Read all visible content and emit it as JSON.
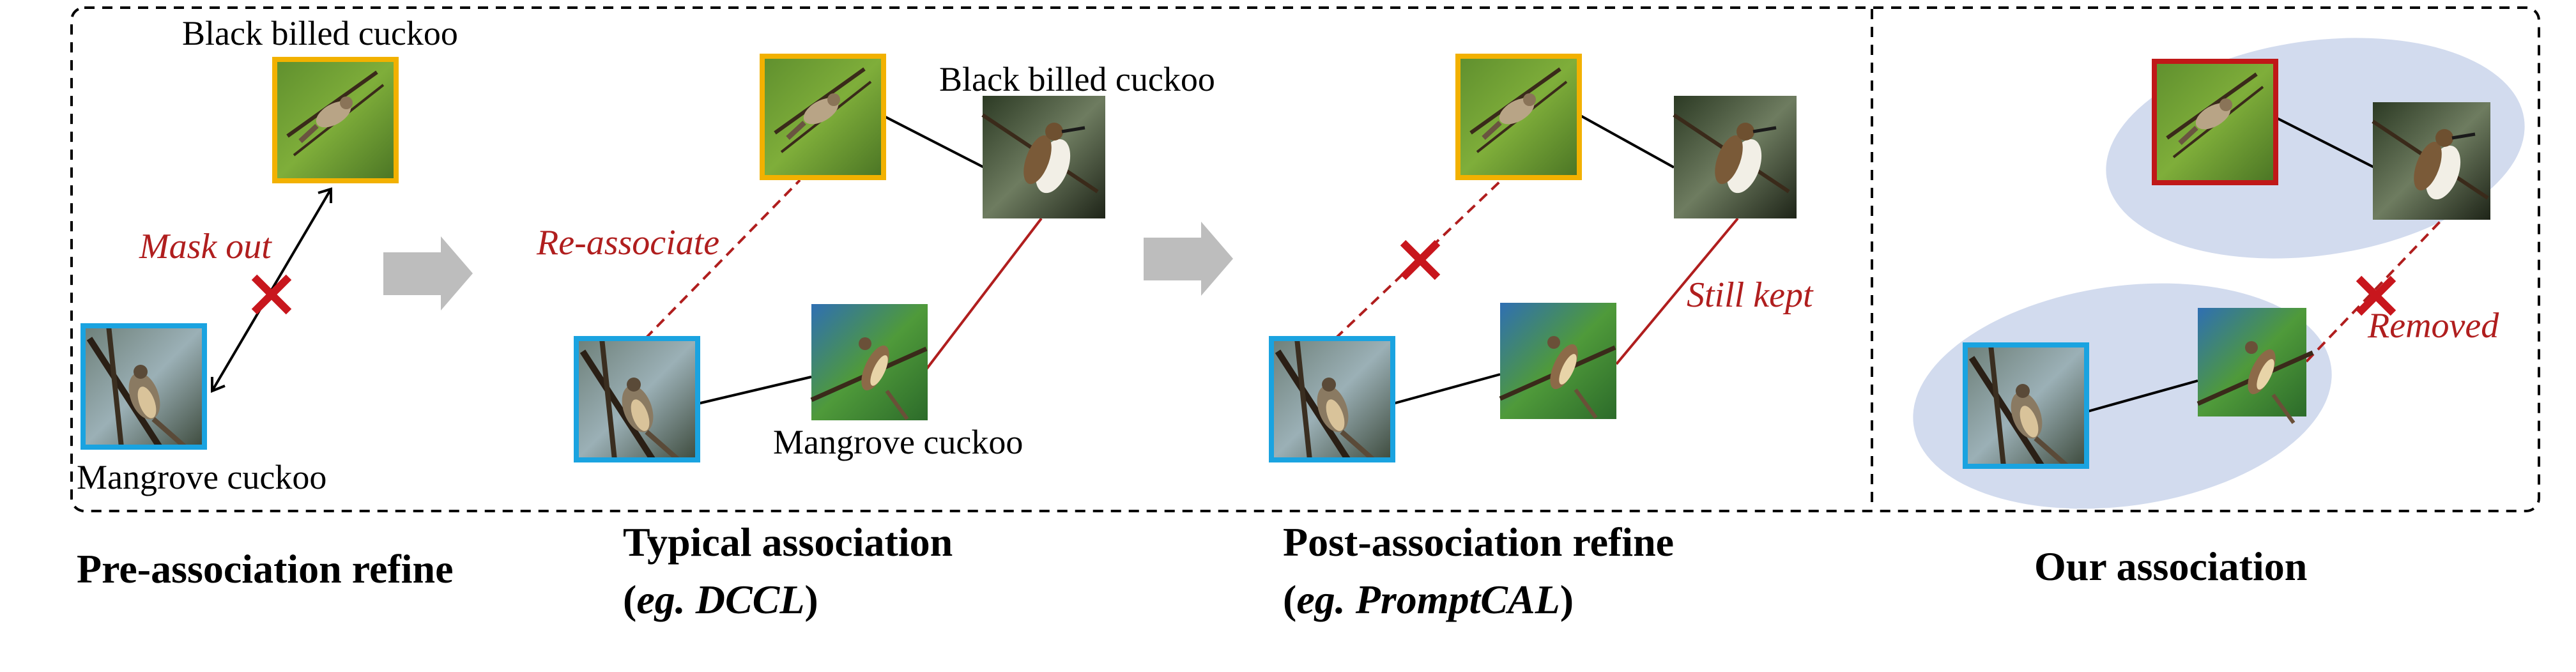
{
  "colors": {
    "yellow_frame": "#f2b100",
    "blue_frame": "#1aa3e0",
    "red_frame": "#c01818",
    "red_mark": "#c8161d",
    "ellipse_fill": "#d2dbee",
    "black_line": "#000000"
  },
  "panel1": {
    "label_top_bird": "Black billed cuckoo",
    "label_bottom_bird": "Mangrove cuckoo",
    "mask_label": "Mask out",
    "caption": "Pre-association refine",
    "icons": [
      "yellow-framed-black-billed-cuckoo-image",
      "blue-framed-mangrove-cuckoo-image",
      "double-arrow-icon",
      "red-cross-icon"
    ]
  },
  "panel2": {
    "label_top_bird": "Black billed cuckoo",
    "label_bottom_bird": "Mangrove cuckoo",
    "reassoc_label": "Re-associate",
    "caption_line1": "Typical association",
    "caption_line2_open": "(",
    "caption_line2_ital": "eg. DCCL",
    "caption_line2_close": ")"
  },
  "panel3": {
    "still_label": "Still kept",
    "caption_line1": "Post-association refine",
    "caption_line2_open": "(",
    "caption_line2_ital": "eg. PromptCAL",
    "caption_line2_close": ")"
  },
  "panel4": {
    "removed_label": "Removed",
    "caption": "Our association"
  },
  "arrows": [
    "gray-arrow-icon",
    "gray-arrow-icon"
  ]
}
